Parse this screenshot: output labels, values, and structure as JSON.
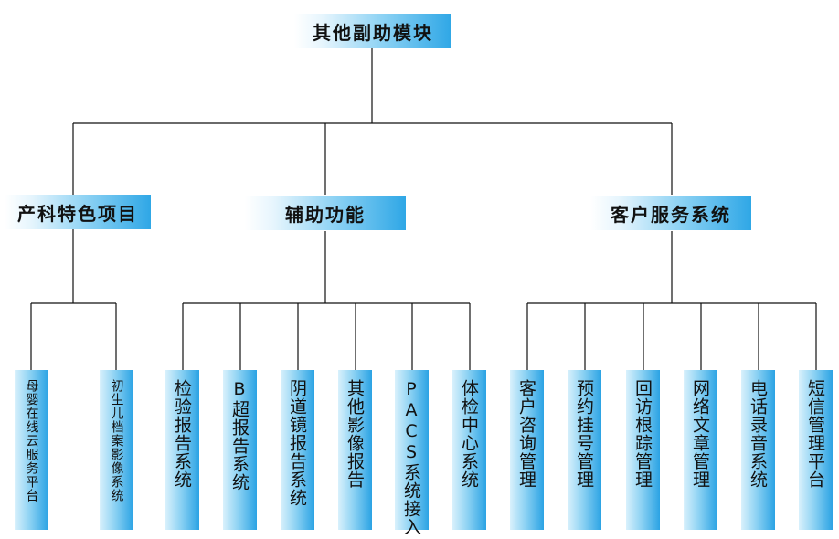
{
  "root": {
    "label": "其他副助模块"
  },
  "level2": [
    {
      "label": "产科特色项目"
    },
    {
      "label": "辅助功能"
    },
    {
      "label": "客户服务系统"
    }
  ],
  "leaves": [
    {
      "label": "母婴在线云服务平台"
    },
    {
      "label": "初生儿档案影像系统"
    },
    {
      "label": "检验报告系统"
    },
    {
      "label": "B超报告系统"
    },
    {
      "label": "阴道镜报告系统"
    },
    {
      "label": "其他影像报告"
    },
    {
      "label": "PACS系统接入"
    },
    {
      "label": "体检中心系统"
    },
    {
      "label": "客户咨询管理"
    },
    {
      "label": "预约挂号管理"
    },
    {
      "label": "回访根踪管理"
    },
    {
      "label": "网络文章管理"
    },
    {
      "label": "电话录音系统"
    },
    {
      "label": "短信管理平台"
    }
  ],
  "colors": {
    "line": "#111111",
    "box_dark": "#2ba3e4",
    "box_light": "#d9f1fc"
  }
}
